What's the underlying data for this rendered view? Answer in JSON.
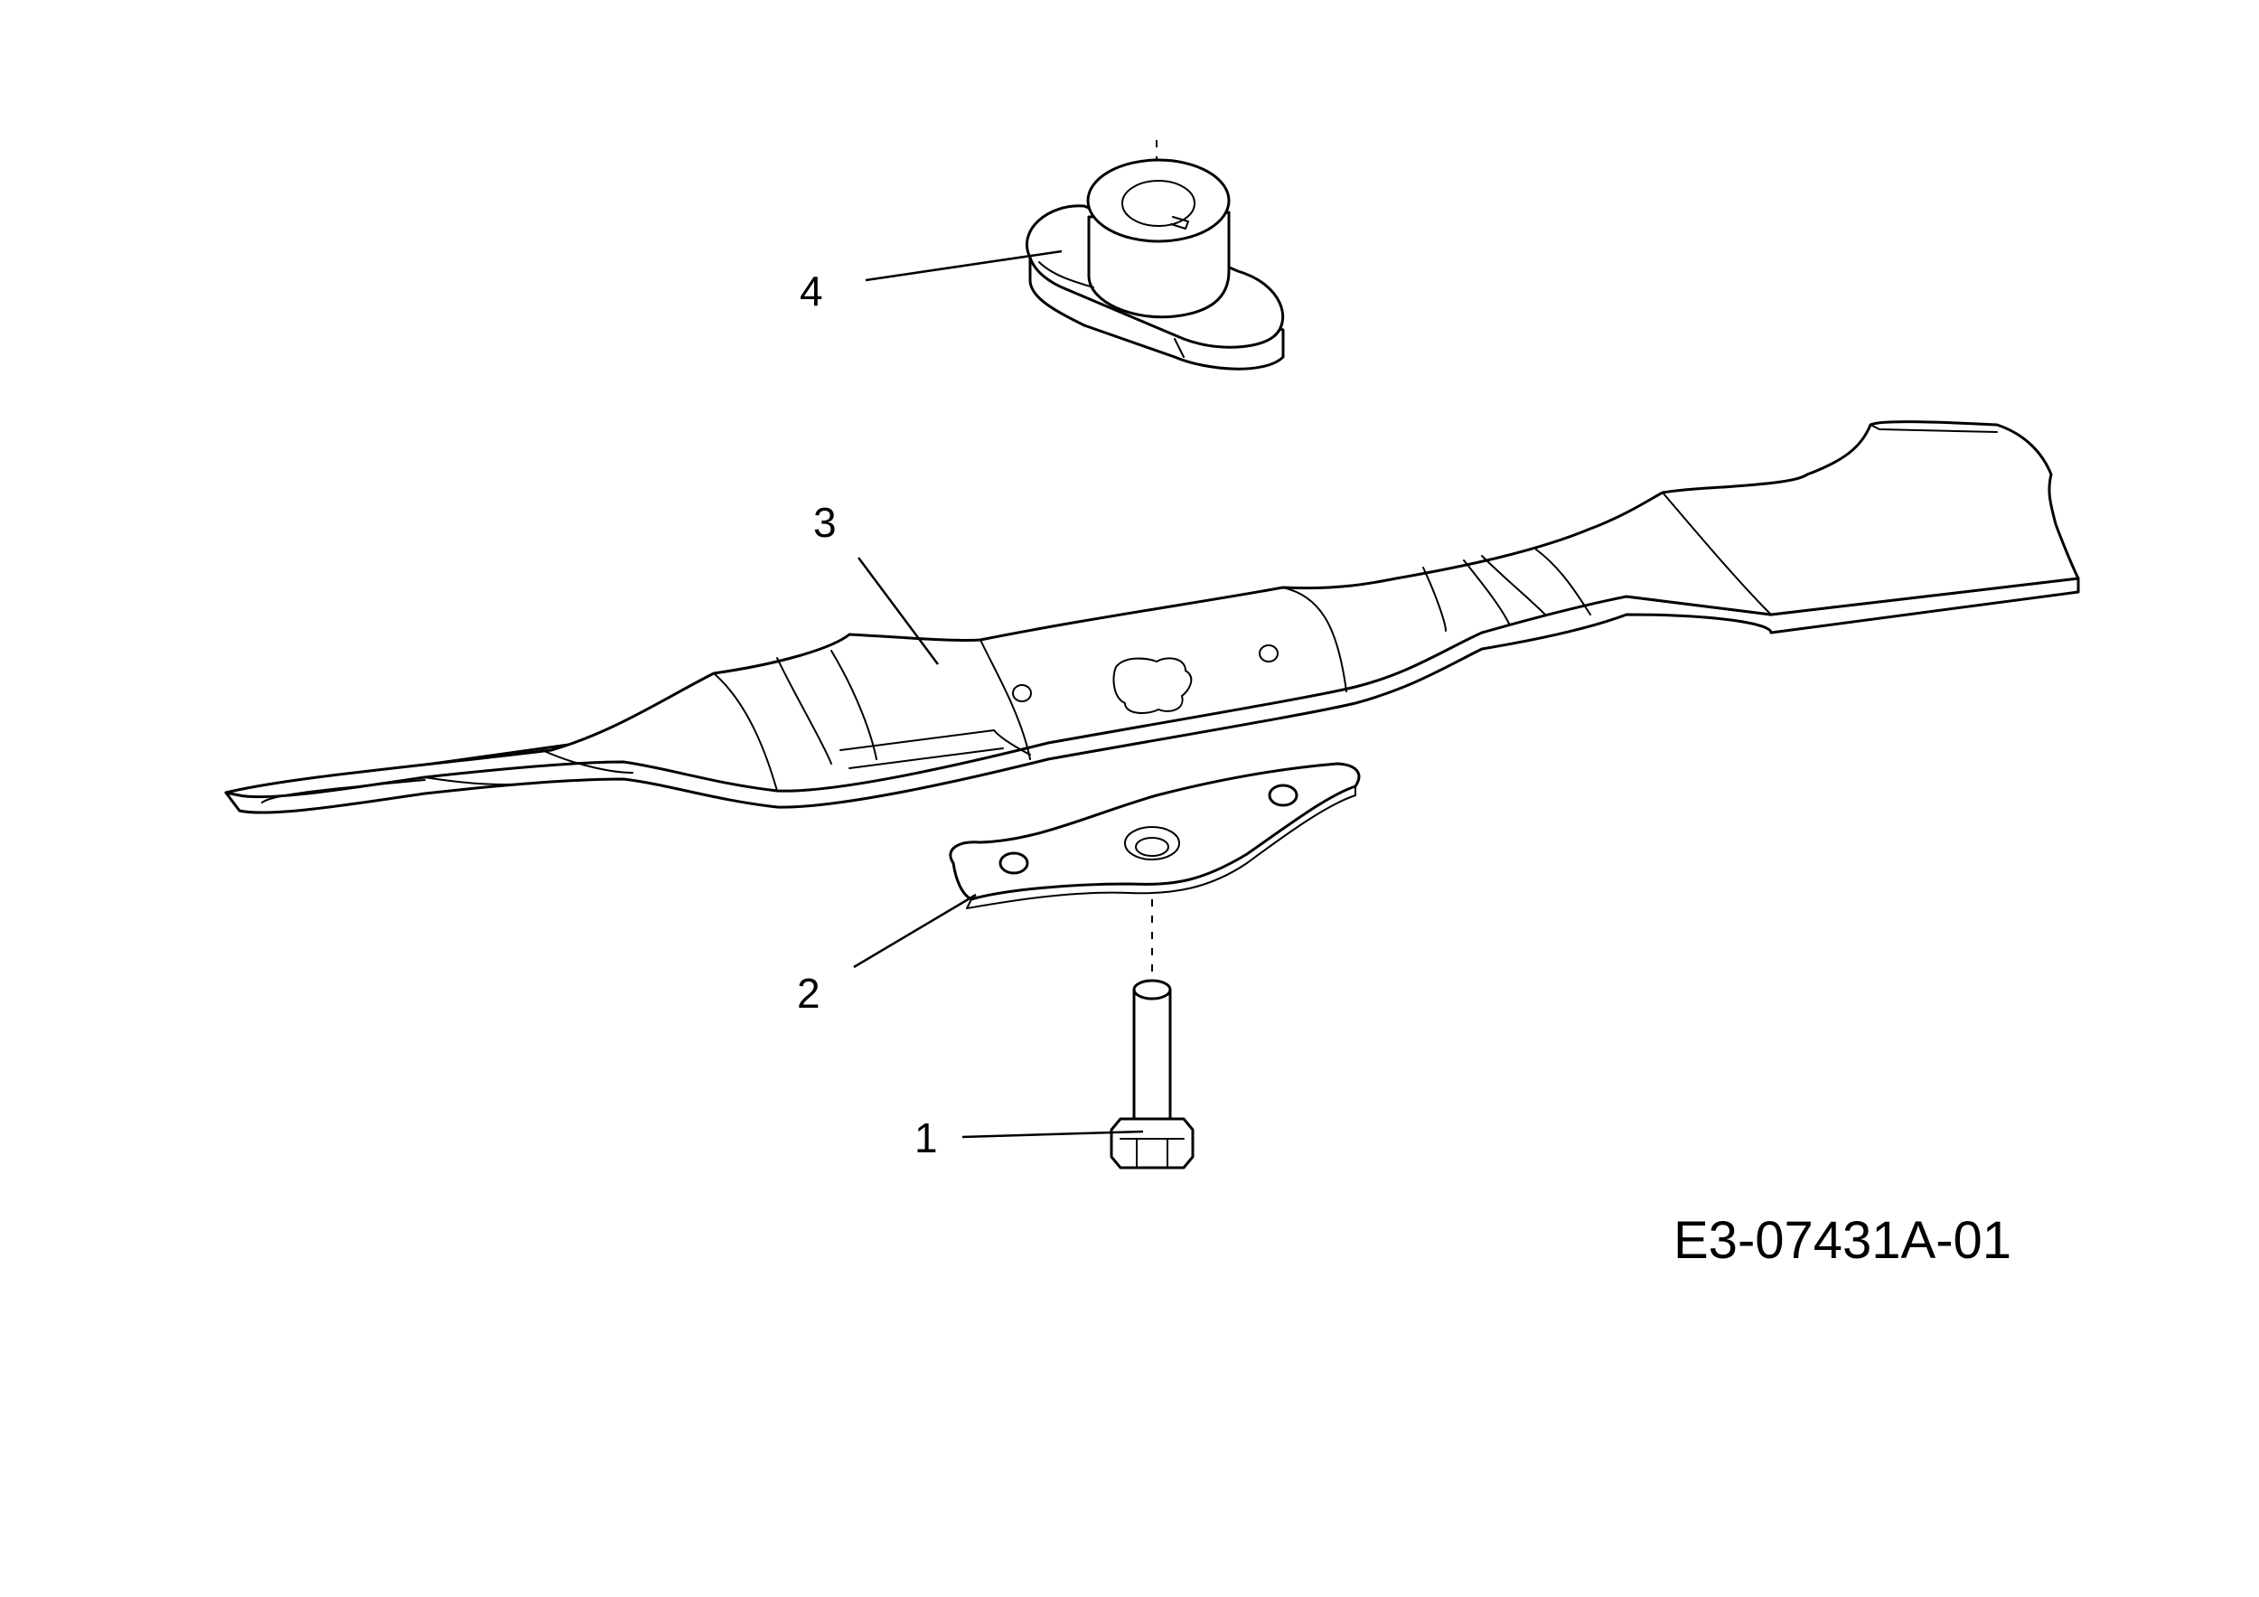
{
  "callouts": {
    "item1": "1",
    "item2": "2",
    "item3": "3",
    "item4": "4"
  },
  "drawing_code": "E3-07431A-01",
  "colors": {
    "line": "#000000",
    "background": "#ffffff"
  }
}
